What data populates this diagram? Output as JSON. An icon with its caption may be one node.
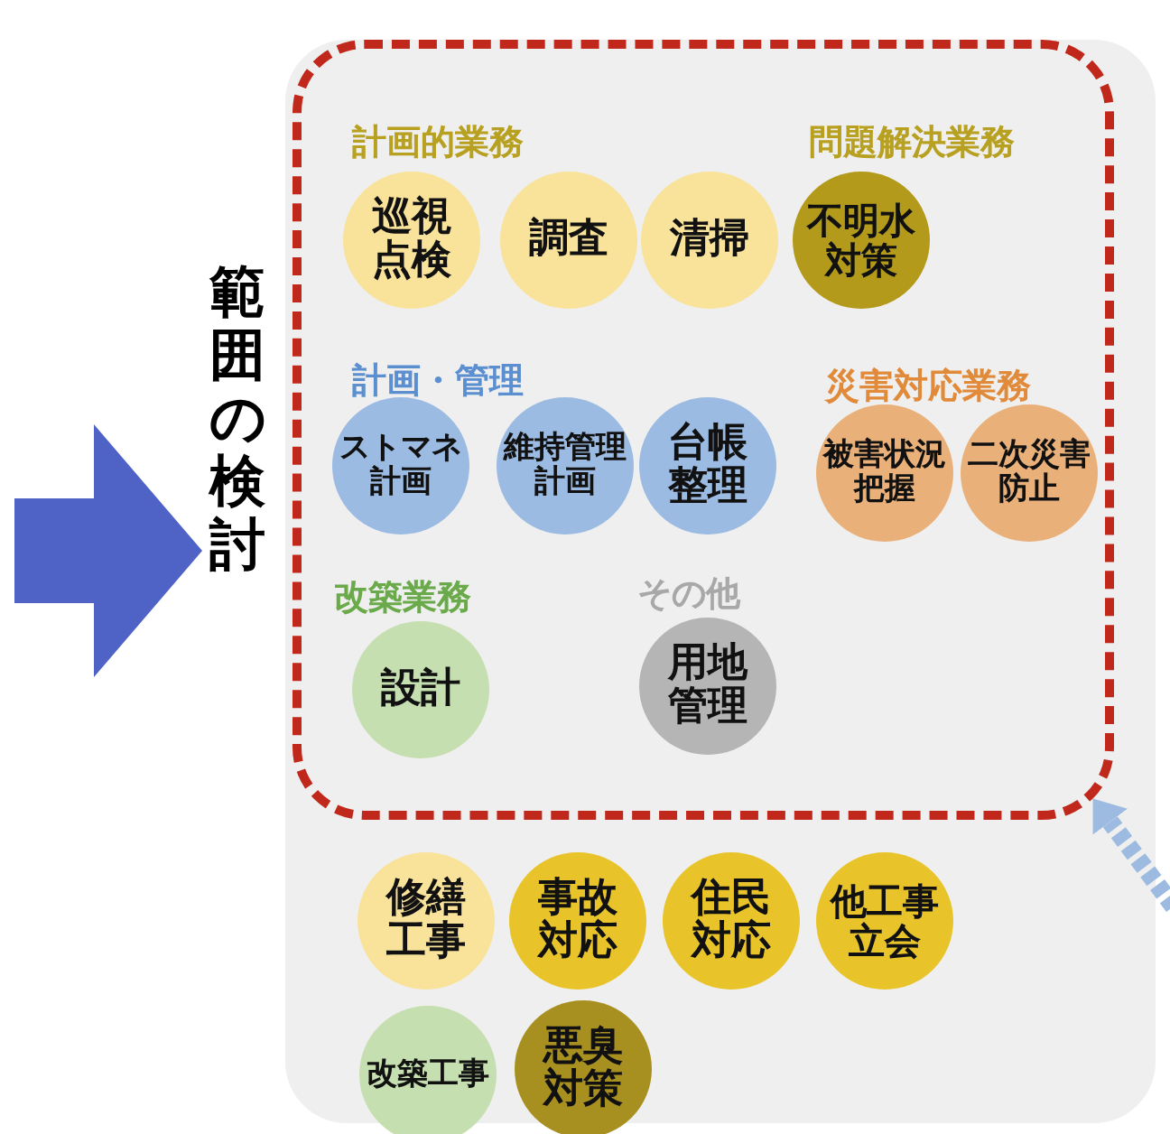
{
  "diagram": {
    "nodes": [
      {
        "text": [
          "範囲の検討"
        ]
      },
      {
        "text": [],
        "shape": "box"
      },
      {
        "text": [],
        "shape": "box",
        "in": 1
      },
      {
        "text": [
          "巡視点検"
        ],
        "in": 2
      },
      {
        "text": [
          "調査"
        ],
        "in": 2
      },
      {
        "text": [
          "清掃"
        ],
        "in": 2
      },
      {
        "text": [
          "不明水対策"
        ],
        "in": 2
      },
      {
        "text": [
          "ストマネ計画"
        ],
        "in": 2
      },
      {
        "text": [
          "維持管理計画"
        ],
        "in": 2
      },
      {
        "text": [
          "台帳整理"
        ],
        "in": 2
      },
      {
        "text": [
          "被害状況把握"
        ],
        "in": 2
      },
      {
        "text": [
          "二次災害防止"
        ],
        "in": 2
      },
      {
        "text": [
          "設計"
        ],
        "in": 2
      },
      {
        "text": [
          "用地管理"
        ],
        "in": 2
      },
      {
        "text": [
          "修繕工事"
        ],
        "in": 1
      },
      {
        "text": [
          "事故対応"
        ],
        "in": 1
      },
      {
        "text": [
          "住民対応"
        ],
        "in": 1
      },
      {
        "text": [
          "他工事立会"
        ],
        "in": 1
      },
      {
        "text": [
          "改築工事"
        ],
        "in": 1
      },
      {
        "text": [
          "悪臭対策"
        ],
        "in": 1
      }
    ],
    "edges": [
      {
        "from": null,
        "to": 0,
        "arrow": "to",
        "style": "thick",
        "color": "#4f62c6"
      },
      {
        "from": null,
        "to": 2,
        "arrow": "to",
        "style": "dashed",
        "color": "#9dbbe0"
      }
    ],
    "labels": [
      "計画的業務",
      "問題解決業務",
      "計画・管理",
      "災害対応業務",
      "改築業務",
      "その他"
    ]
  }
}
